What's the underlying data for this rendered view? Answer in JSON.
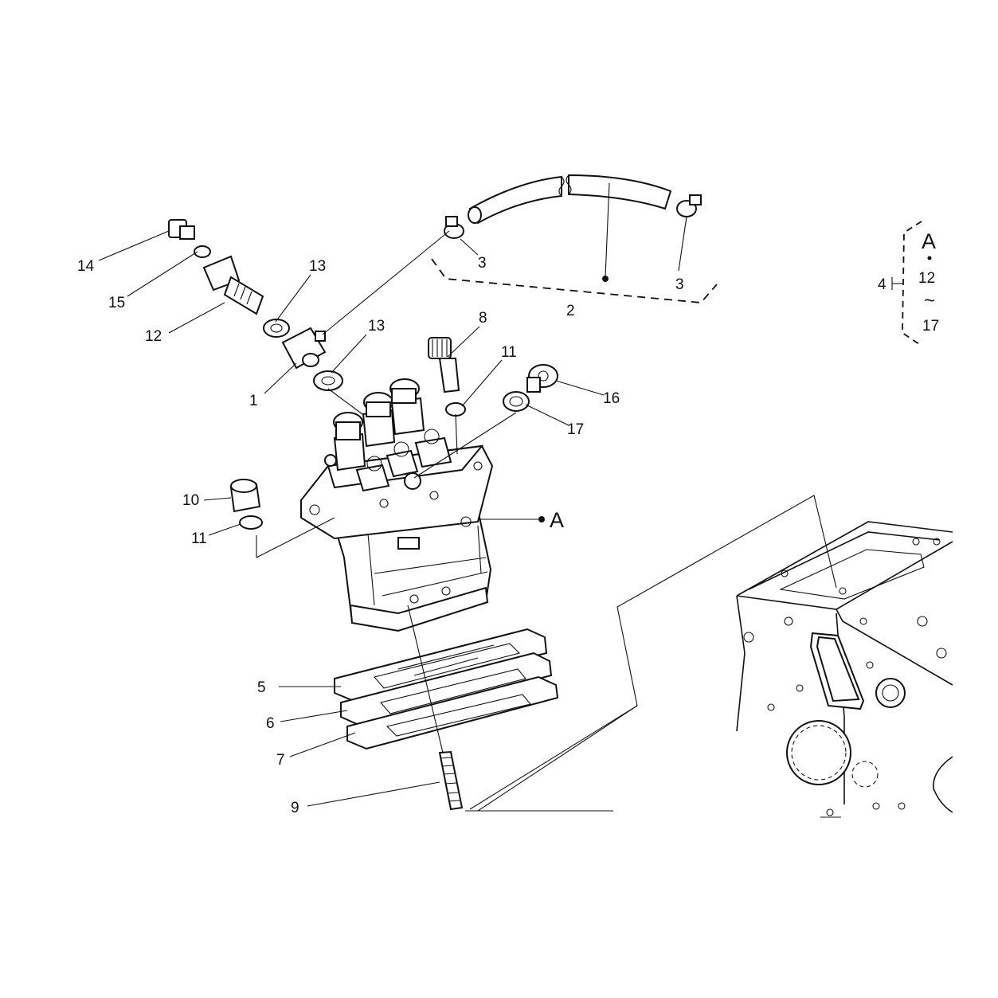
{
  "callouts": {
    "c1": "1",
    "c2": "2",
    "c3a": "3",
    "c3b": "3",
    "c5": "5",
    "c6": "6",
    "c7": "7",
    "c8": "8",
    "c9": "9",
    "c10": "10",
    "c11a": "11",
    "c11b": "11",
    "c12": "12",
    "c13a": "13",
    "c13b": "13",
    "c14": "14",
    "c15": "15",
    "c16": "16",
    "c17": "17"
  },
  "ref_a": "A",
  "kit_legend": {
    "index": "4",
    "ref": "A",
    "from": "12",
    "range_symbol": "~",
    "to": "17"
  }
}
